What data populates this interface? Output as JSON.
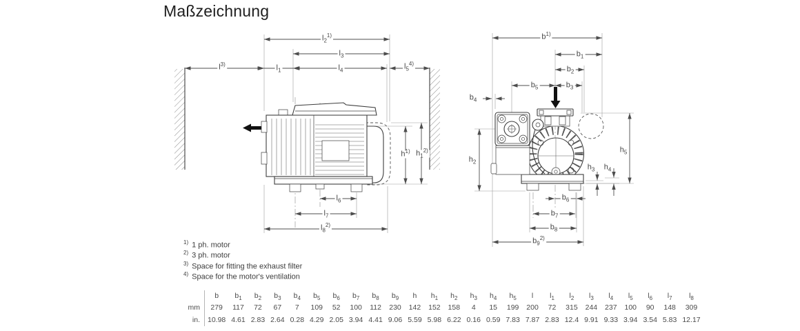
{
  "title": "Maßzeichnung",
  "drawing": {
    "left_view": "pump side view with wall clearances",
    "right_view": "pump front view",
    "line_color": "#3d3d3d",
    "dimension_color": "#4d4d4d",
    "label_color": "#444444"
  },
  "dim_labels": {
    "l2": {
      "base": "l",
      "sub": "2",
      "sup": "1)"
    },
    "l3": {
      "base": "l",
      "sub": "3",
      "sup": ""
    },
    "l_wall": {
      "base": "l",
      "sub": "",
      "sup": "3)"
    },
    "l1": {
      "base": "l",
      "sub": "1",
      "sup": ""
    },
    "l4": {
      "base": "l",
      "sub": "4",
      "sup": ""
    },
    "l5": {
      "base": "l",
      "sub": "5",
      "sup": "4)"
    },
    "h": {
      "base": "h",
      "sub": "",
      "sup": "1)"
    },
    "h1": {
      "base": "h",
      "sub": "1",
      "sup": "2)"
    },
    "l6": {
      "base": "l",
      "sub": "6",
      "sup": ""
    },
    "l7": {
      "base": "l",
      "sub": "7",
      "sup": ""
    },
    "l8": {
      "base": "l",
      "sub": "8",
      "sup": "2)"
    },
    "b": {
      "base": "b",
      "sub": "",
      "sup": "1)"
    },
    "b1": {
      "base": "b",
      "sub": "1",
      "sup": ""
    },
    "b2": {
      "base": "b",
      "sub": "2",
      "sup": ""
    },
    "b3": {
      "base": "b",
      "sub": "3",
      "sup": ""
    },
    "b4": {
      "base": "b",
      "sub": "4",
      "sup": ""
    },
    "b5": {
      "base": "b",
      "sub": "5",
      "sup": ""
    },
    "b6": {
      "base": "b",
      "sub": "6",
      "sup": ""
    },
    "b7": {
      "base": "b",
      "sub": "7",
      "sup": ""
    },
    "b8": {
      "base": "b",
      "sub": "8",
      "sup": ""
    },
    "b9": {
      "base": "b",
      "sub": "9",
      "sup": "2)"
    },
    "h2": {
      "base": "h",
      "sub": "2",
      "sup": ""
    },
    "h3": {
      "base": "h",
      "sub": "3",
      "sup": ""
    },
    "h4": {
      "base": "h",
      "sub": "4",
      "sup": ""
    },
    "h5": {
      "base": "h",
      "sub": "5",
      "sup": ""
    }
  },
  "footnotes": [
    {
      "marker": "1)",
      "text": "1 ph. motor"
    },
    {
      "marker": "2)",
      "text": "3 ph. motor"
    },
    {
      "marker": "3)",
      "text": "Space for fitting the exhaust filter"
    },
    {
      "marker": "4)",
      "text": "Space for the motor's ventilation"
    }
  ],
  "table": {
    "unit_row_labels": {
      "mm": "mm",
      "inch": "in."
    },
    "columns": [
      {
        "base": "b",
        "sub": "",
        "mm": "279",
        "inch": "10.98"
      },
      {
        "base": "b",
        "sub": "1",
        "mm": "117",
        "inch": "4.61"
      },
      {
        "base": "b",
        "sub": "2",
        "mm": "72",
        "inch": "2.83"
      },
      {
        "base": "b",
        "sub": "3",
        "mm": "67",
        "inch": "2.64"
      },
      {
        "base": "b",
        "sub": "4",
        "mm": "7",
        "inch": "0.28"
      },
      {
        "base": "b",
        "sub": "5",
        "mm": "109",
        "inch": "4.29"
      },
      {
        "base": "b",
        "sub": "6",
        "mm": "52",
        "inch": "2.05"
      },
      {
        "base": "b",
        "sub": "7",
        "mm": "100",
        "inch": "3.94"
      },
      {
        "base": "b",
        "sub": "8",
        "mm": "112",
        "inch": "4.41"
      },
      {
        "base": "b",
        "sub": "9",
        "mm": "230",
        "inch": "9.06"
      },
      {
        "base": "h",
        "sub": "",
        "mm": "142",
        "inch": "5.59"
      },
      {
        "base": "h",
        "sub": "1",
        "mm": "152",
        "inch": "5.98"
      },
      {
        "base": "h",
        "sub": "2",
        "mm": "158",
        "inch": "6.22"
      },
      {
        "base": "h",
        "sub": "3",
        "mm": "4",
        "inch": "0.16"
      },
      {
        "base": "h",
        "sub": "4",
        "mm": "15",
        "inch": "0.59"
      },
      {
        "base": "h",
        "sub": "5",
        "mm": "199",
        "inch": "7.83"
      },
      {
        "base": "l",
        "sub": "",
        "mm": "200",
        "inch": "7.87"
      },
      {
        "base": "l",
        "sub": "1",
        "mm": "72",
        "inch": "2.83"
      },
      {
        "base": "l",
        "sub": "2",
        "mm": "315",
        "inch": "12.4"
      },
      {
        "base": "l",
        "sub": "3",
        "mm": "244",
        "inch": "9.91"
      },
      {
        "base": "l",
        "sub": "4",
        "mm": "237",
        "inch": "9.33"
      },
      {
        "base": "l",
        "sub": "5",
        "mm": "100",
        "inch": "3.94"
      },
      {
        "base": "l",
        "sub": "6",
        "mm": "90",
        "inch": "3.54"
      },
      {
        "base": "l",
        "sub": "7",
        "mm": "148",
        "inch": "5.83"
      },
      {
        "base": "l",
        "sub": "8",
        "mm": "309",
        "inch": "12.17"
      }
    ]
  }
}
